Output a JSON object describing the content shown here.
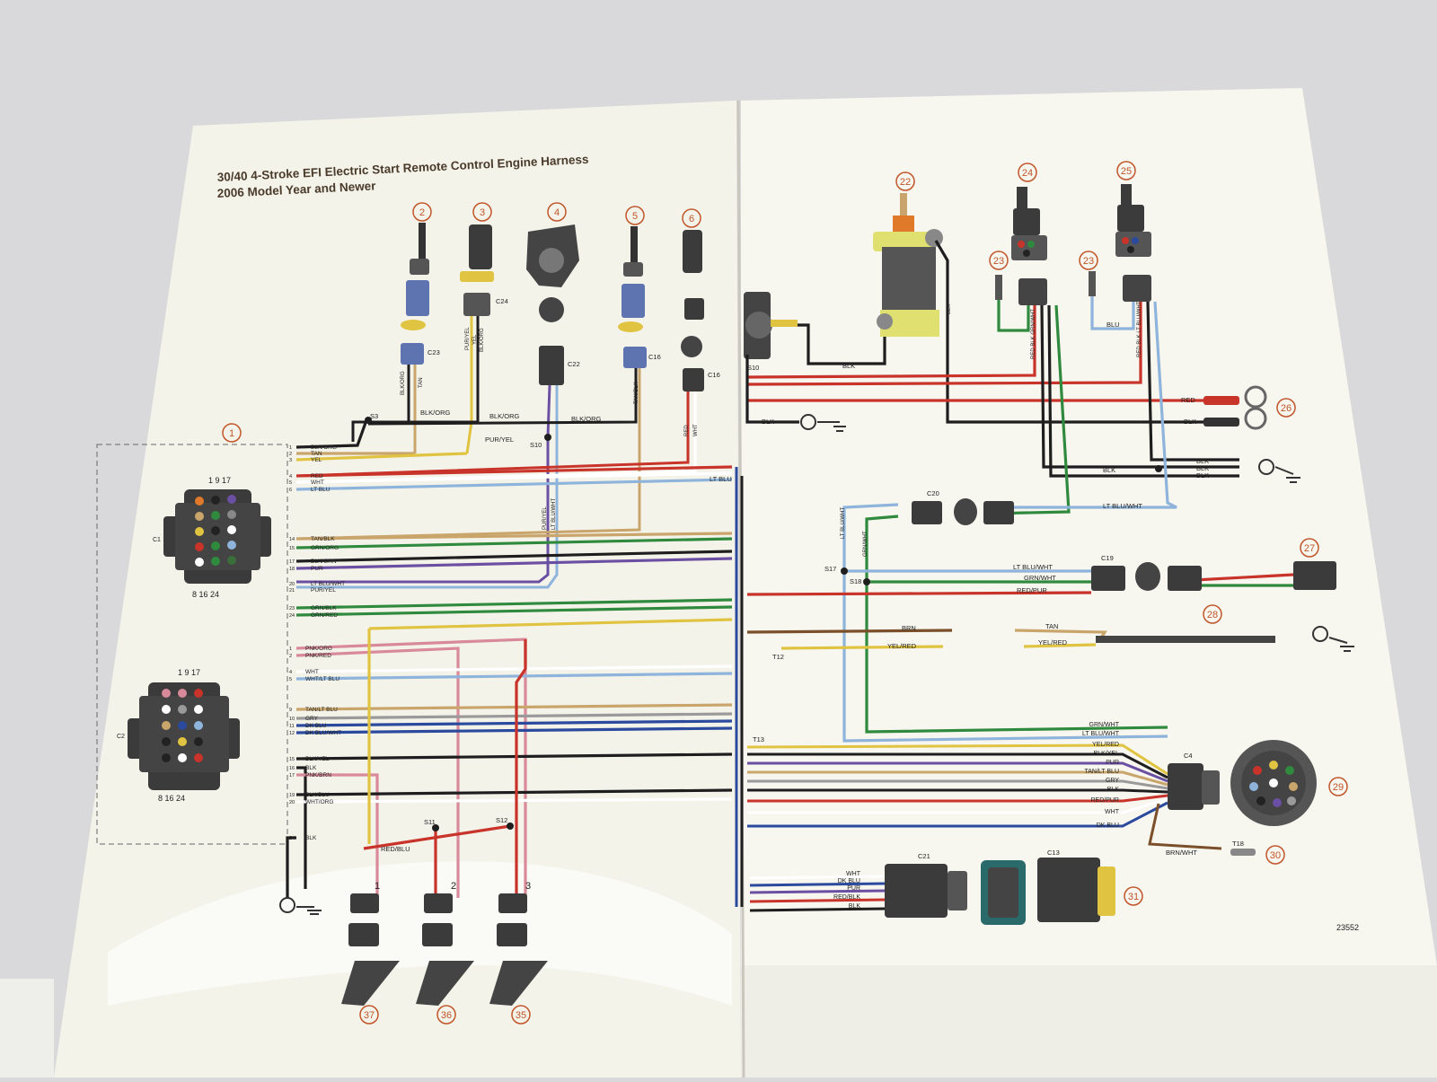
{
  "title": {
    "line1": "30/40 4-Stroke EFI Electric Start Remote Control Engine Harness",
    "line2": "2006 Model Year and Newer"
  },
  "colors": {
    "page": "#f7f6ef",
    "background": "#d9d9db",
    "callout": "#c0562a",
    "connector": "#3b3b3b",
    "red": "#c8332a",
    "black": "#1e1e1e",
    "yellow": "#e0c341",
    "tan": "#c9a56b",
    "green": "#2f8a3e",
    "ltblu": "#8fb4dc",
    "dkblu": "#2b4a9e",
    "purple": "#6b4fa2",
    "pink": "#d98a9a",
    "gray": "#9a9a9a",
    "brown": "#7a4f2a",
    "orange": "#e07a2a",
    "white": "#ffffff"
  },
  "drawing_number": "23552",
  "callouts": [
    "1",
    "2",
    "3",
    "4",
    "5",
    "6",
    "22",
    "23",
    "23",
    "24",
    "25",
    "26",
    "27",
    "28",
    "29",
    "30",
    "31",
    "35",
    "36",
    "37"
  ],
  "connector_c1": {
    "label": "C1",
    "pins_top": "1  9  17",
    "pins_bottom": "8  16  24",
    "wires": [
      {
        "pin": "1",
        "label": "BLK/ORG"
      },
      {
        "pin": "2",
        "label": "TAN"
      },
      {
        "pin": "3",
        "label": "YEL"
      },
      {
        "pin": "4",
        "label": "RED"
      },
      {
        "pin": "5",
        "label": "WHT"
      },
      {
        "pin": "6",
        "label": "LT BLU"
      },
      {
        "pin": "14",
        "label": "TAN/BLK"
      },
      {
        "pin": "15",
        "label": "GRN/ORG"
      },
      {
        "pin": "17",
        "label": "BLK/GRN"
      },
      {
        "pin": "18",
        "label": "PUR"
      },
      {
        "pin": "20",
        "label": "LT BLU/WHT"
      },
      {
        "pin": "21",
        "label": "PUR/YEL"
      },
      {
        "pin": "23",
        "label": "GRN/BLK"
      },
      {
        "pin": "24",
        "label": "GRN/RED"
      }
    ]
  },
  "connector_c2": {
    "label": "C2",
    "pins_top": "1  9  17",
    "pins_bottom": "8  16  24",
    "wires": [
      {
        "pin": "1",
        "label": "PNK/ORG"
      },
      {
        "pin": "2",
        "label": "PNK/RED"
      },
      {
        "pin": "4",
        "label": "WHT"
      },
      {
        "pin": "5",
        "label": "WHT/LT BLU"
      },
      {
        "pin": "9",
        "label": "TAN/LT BLU"
      },
      {
        "pin": "10",
        "label": "GRY"
      },
      {
        "pin": "11",
        "label": "DK BLU"
      },
      {
        "pin": "12",
        "label": "DK BLU/WHT"
      },
      {
        "pin": "15",
        "label": "BLK/YEL"
      },
      {
        "pin": "16",
        "label": "BLK"
      },
      {
        "pin": "17",
        "label": "PNK/BRN"
      },
      {
        "pin": "19",
        "label": "BLK/BLU"
      },
      {
        "pin": "20",
        "label": "WHT/ORG"
      },
      {
        "pin": "24",
        "label": "BLK"
      }
    ]
  },
  "left_labels": {
    "splice_s3": "S3",
    "splice_s10": "S10",
    "c23": "C23",
    "c24": "C24",
    "c22": "C22",
    "c16a": "C16",
    "c16b": "C16",
    "blkorg1": "BLK/ORG",
    "blkorg2": "BLK/ORG",
    "blkorg3": "BLK/ORG",
    "puryel": "PUR/YEL",
    "ltblu": "LT BLU",
    "redblu": "RED/BLU",
    "s11": "S11",
    "s12": "S12",
    "inj1": "1",
    "inj2": "2",
    "inj3": "3",
    "v_blkorg": "BLK/ORG",
    "v_tan": "TAN",
    "v_puryel": "PUR/YEL",
    "v_yel": "YEL",
    "v_blkorg2": "BLK/ORG",
    "v_pur_yel": "PUR/YEL",
    "v_ltbluwht": "LT BLU/WHT",
    "v_tanblk": "TAN/BLK",
    "v_red": "RED",
    "v_wht": "WHT"
  },
  "right_labels": {
    "blk1": "BLK",
    "blk2": "BLK",
    "s10": "S10",
    "red_term": "RED",
    "blk_term": "BLK",
    "blk3": "BLK",
    "blk4": "BLK",
    "blk5": "BLK",
    "blk6": "BLK",
    "blu": "BLU",
    "c20": "C20",
    "ltbluwht": "LT BLU/WHT",
    "s17": "S17",
    "s18": "S18",
    "c19": "C19",
    "ltbluwht2": "LT BLU/WHT",
    "grnwht": "GRN/WHT",
    "redpur": "RED/PUR",
    "brn": "BRN",
    "tan": "TAN",
    "yelred": "YEL/RED",
    "yelred2": "YEL/RED",
    "t12": "T12",
    "t13": "T13",
    "c4": "C4",
    "brnwht": "BRN/WHT",
    "t18": "T18",
    "c21": "C21",
    "c13": "C13",
    "v_ltbluwht": "LT BLU/WHT",
    "v_grnwht": "GRN/WHT",
    "v_blk": "BLK",
    "relay_a": "RED  BLK  GRN/WHT",
    "relay_b": "RED  BLK  LT BLU/WHT"
  },
  "c4_wires": [
    "GRN/WHT",
    "LT BLU/WHT",
    "YEL/RED",
    "BLK/YEL",
    "PUR",
    "TAN/LT BLU",
    "GRY",
    "BLK",
    "RED/PUR",
    "WHT",
    "DK BLU"
  ],
  "c21_wires": [
    "WHT",
    "DK BLU",
    "PUR",
    "RED/BLK",
    "BLK"
  ]
}
